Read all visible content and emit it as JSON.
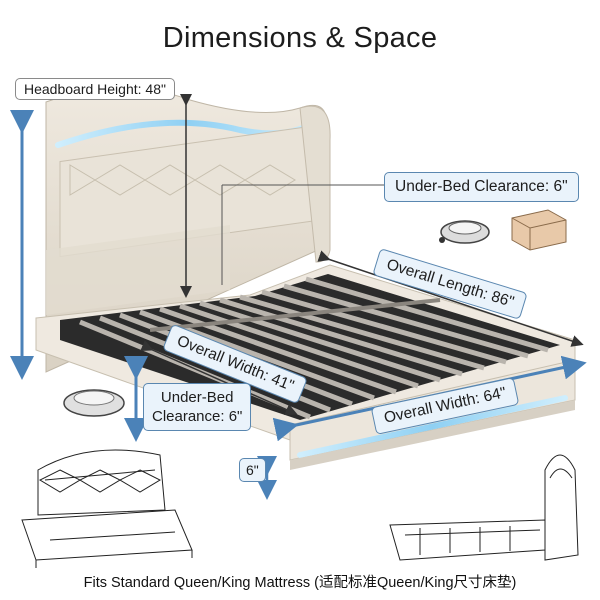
{
  "title": "Dimensions & Space",
  "labels": {
    "headboard_height": "Headboard Height: 48\"",
    "under_bed_clearance_top": "Under-Bed Clearance: 6\"",
    "overall_length": "Overall Length: 86\"",
    "overall_width_inner": "Overall Width: 41\"",
    "overall_width_front": "Overall Width: 64\"",
    "under_bed_clearance_side_line1": "Under-Bed",
    "under_bed_clearance_side_line2": "Clearance: 6\"",
    "clearance_small": "6\""
  },
  "footer": "Fits Standard Queen/King Mattress (适配标准Queen/King尺寸床垫)",
  "colors": {
    "accent_blue": "#4b82b8",
    "label_fill_blue": "#eaf3fb",
    "fabric": "#e7e1d6",
    "led": "#a9dcf6"
  }
}
